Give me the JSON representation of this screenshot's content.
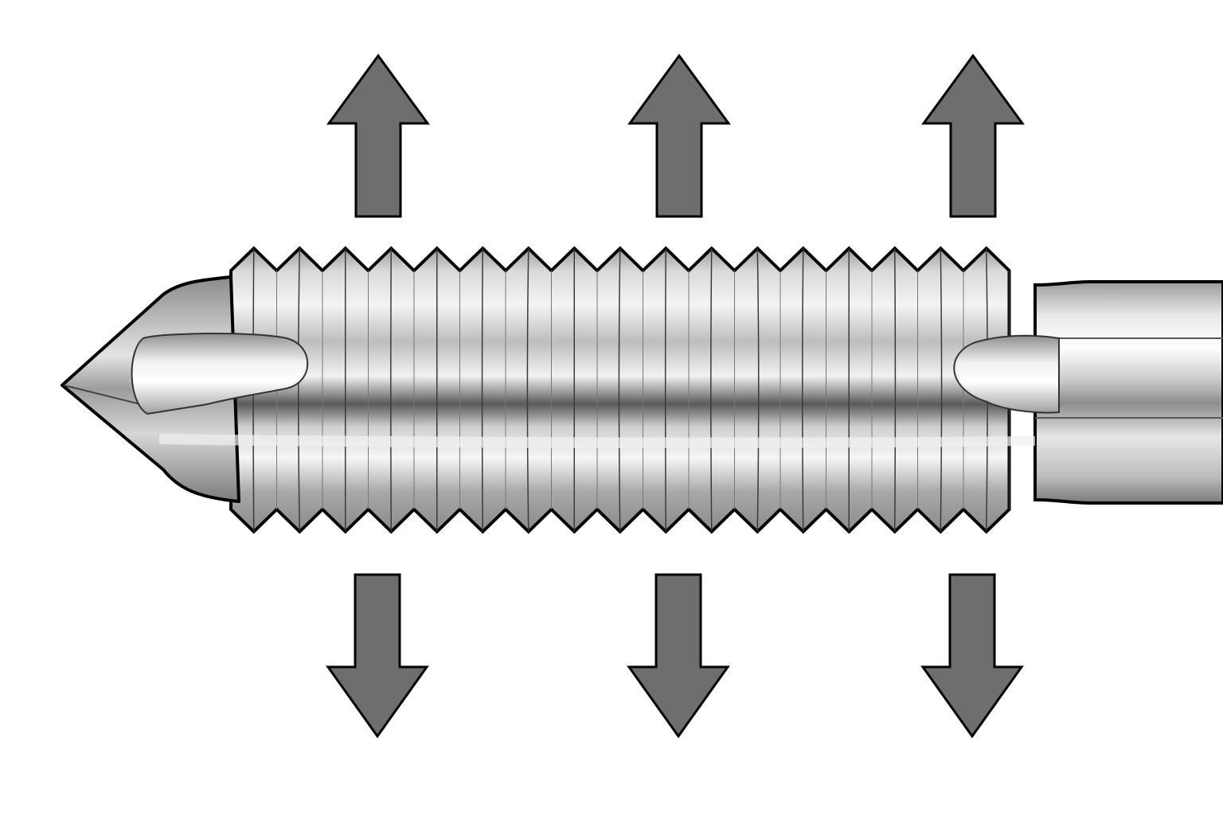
{
  "diagram": {
    "subject": "thread-forming-tap",
    "arrow_fill": "#6e6e6e",
    "outline_color": "#000000",
    "background": "#ffffff",
    "arrows": [
      {
        "id": "top-left",
        "direction": "up"
      },
      {
        "id": "top-center",
        "direction": "up"
      },
      {
        "id": "top-right",
        "direction": "up"
      },
      {
        "id": "bottom-left",
        "direction": "down"
      },
      {
        "id": "bottom-center",
        "direction": "down"
      },
      {
        "id": "bottom-right",
        "direction": "down"
      }
    ]
  }
}
